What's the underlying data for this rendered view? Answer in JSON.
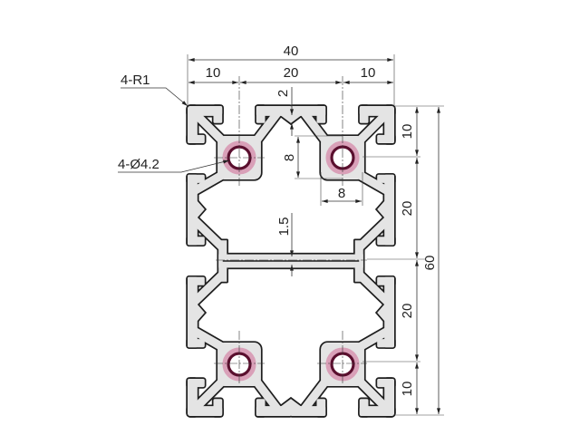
{
  "drawing": {
    "overall_width": "40",
    "top_dims": [
      "10",
      "20",
      "10"
    ],
    "groove_depth": "2",
    "corner_radius_callout": "4-R1",
    "hole_callout": "4-Ø4.2",
    "boss_height": "8",
    "boss_width": "8",
    "web_thickness": "1.5",
    "right_dims": [
      "10",
      "20",
      "20",
      "10"
    ],
    "overall_height": "60"
  },
  "colors": {
    "profile_fill": "#e4e4e4",
    "outline": "#1e1e1e",
    "hole_ring": "#5a0f2e",
    "hole_halo": "#d9a0b8"
  }
}
